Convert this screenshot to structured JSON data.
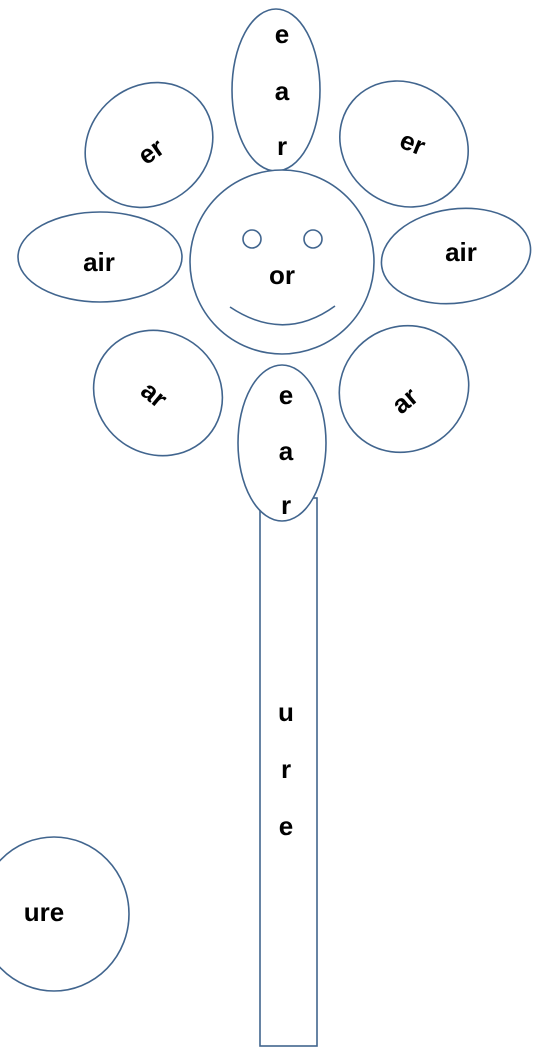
{
  "flower": {
    "petals": {
      "top_letters": [
        "e",
        "a",
        "r"
      ],
      "upper_left": "er",
      "upper_right": "er",
      "left": "air",
      "right": "air",
      "lower_left": "ar",
      "lower_right": "ar",
      "bottom_letters": [
        "e",
        "a",
        "r"
      ]
    },
    "center": "or",
    "stem_letters": [
      "u",
      "r",
      "e"
    ]
  },
  "side_circle": "ure",
  "colors": {
    "outline": "#41658e",
    "fill": "#ffffff",
    "text": "#000000"
  }
}
